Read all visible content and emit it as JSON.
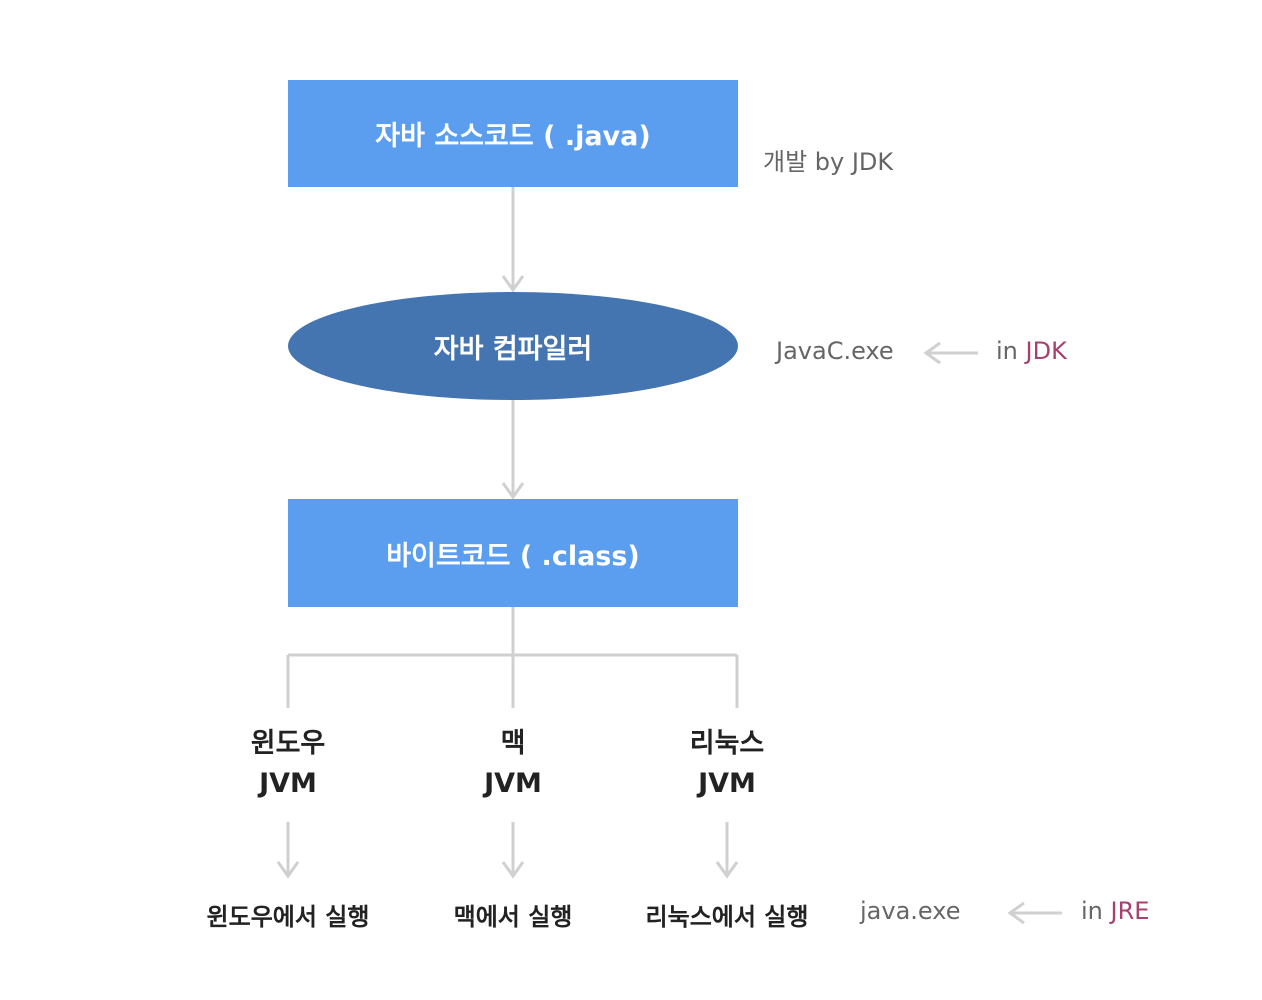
{
  "nodes": {
    "source": "자바 소스코드 ( .java)",
    "compiler": "자바 컴파일러",
    "bytecode": "바이트코드 ( .class)"
  },
  "notes": {
    "develop": "개발 by JDK",
    "javac_exe": "JavaC.exe",
    "javac_in": "in ",
    "javac_tool": "JDK",
    "java_exe": "java.exe",
    "java_in": "in ",
    "java_tool": "JRE"
  },
  "jvms": [
    {
      "os": "윈도우",
      "label": "JVM",
      "run": "윈도우에서 실행"
    },
    {
      "os": "맥",
      "label": "JVM",
      "run": "맥에서 실행"
    },
    {
      "os": "리눅스",
      "label": "JVM",
      "run": "리눅스에서 실행"
    }
  ],
  "colors": {
    "box": "#5b9ef0",
    "ellipse": "#4475b0",
    "connector": "#d0d0d0",
    "accent": "#a7406f",
    "note_text": "#666666"
  }
}
